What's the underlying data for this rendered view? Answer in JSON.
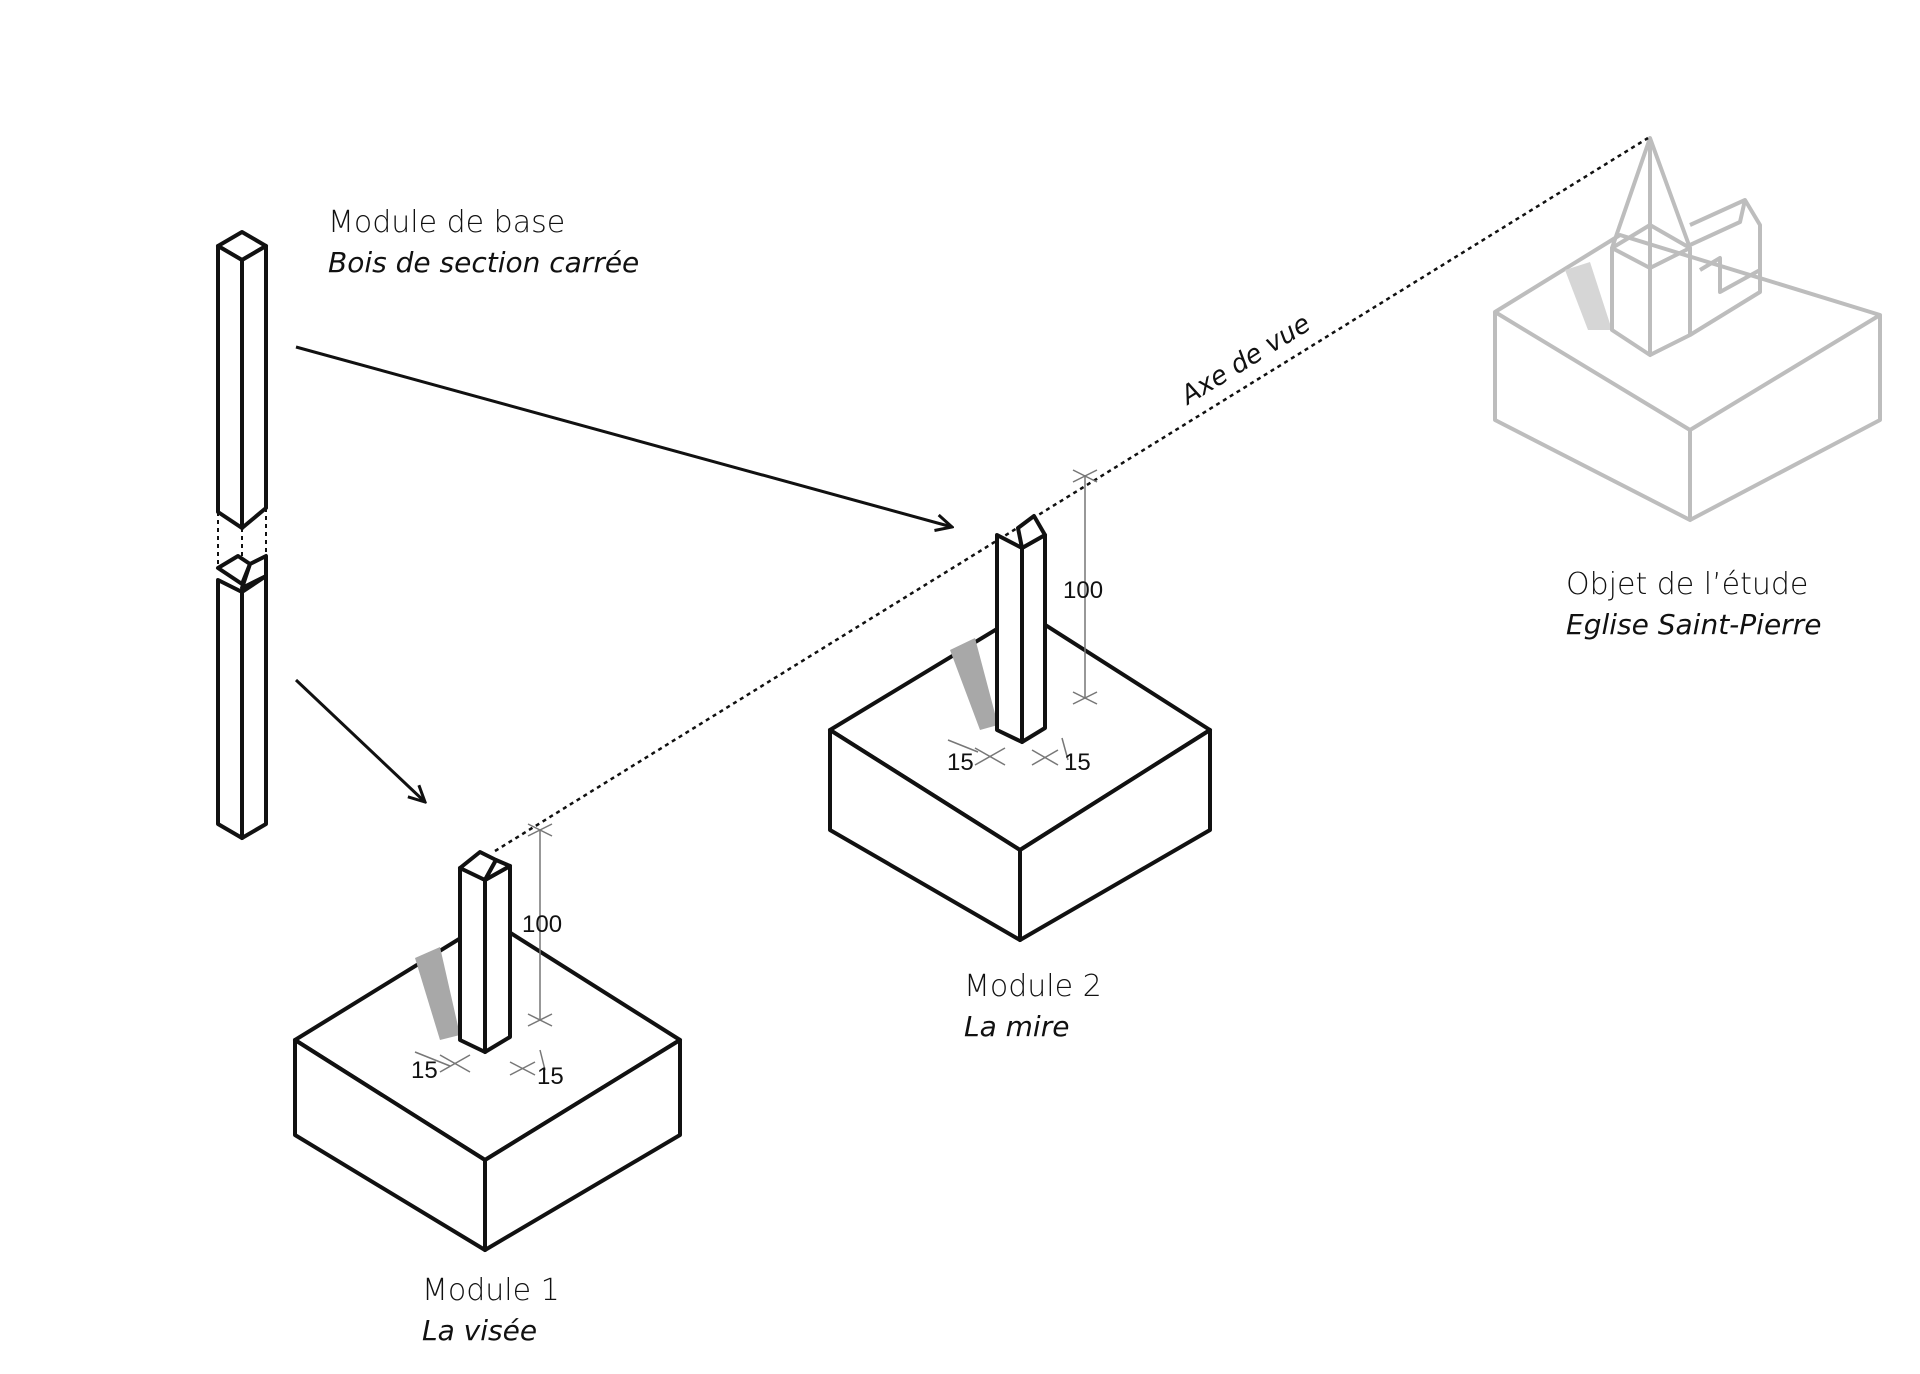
{
  "base_module": {
    "title": "Module de base",
    "subtitle": "Bois de section carrée"
  },
  "module1": {
    "title": "Module 1",
    "subtitle": "La visée",
    "height": "100",
    "offset_left": "15",
    "offset_right": "15"
  },
  "module2": {
    "title": "Module 2",
    "subtitle": "La mire",
    "height": "100",
    "offset_left": "15",
    "offset_right": "15"
  },
  "study_object": {
    "title": "Objet de l’étude",
    "subtitle": "Eglise Saint-Pierre"
  },
  "sight_axis": {
    "label": "Axe de vue"
  },
  "colors": {
    "ink": "#111111",
    "ghost": "#bdbdbd",
    "shadow": "#a8a8a8"
  }
}
